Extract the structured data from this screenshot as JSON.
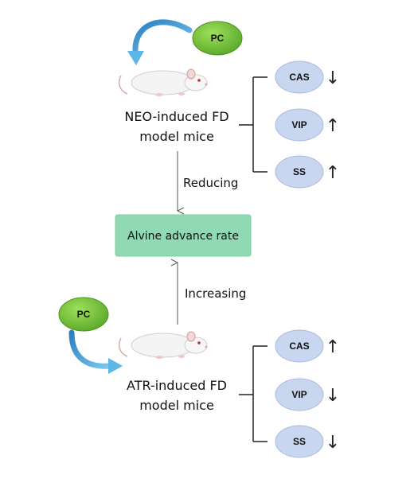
{
  "top": {
    "agent_label": "PC",
    "model_line1": "NEO-induced FD",
    "model_line2": "model mice",
    "effect_label": "Reducing",
    "markers": [
      {
        "label": "CAS",
        "trend": "down"
      },
      {
        "label": "VIP",
        "trend": "up"
      },
      {
        "label": "SS",
        "trend": "up"
      }
    ]
  },
  "center": {
    "outcome_label": "Alvine advance rate"
  },
  "bottom": {
    "agent_label": "PC",
    "model_line1": "ATR-induced FD",
    "model_line2": "model mice",
    "effect_label": "Increasing",
    "markers": [
      {
        "label": "CAS",
        "trend": "up"
      },
      {
        "label": "VIP",
        "trend": "down"
      },
      {
        "label": "SS",
        "trend": "down"
      }
    ]
  },
  "glyphs": {
    "up": "↑",
    "down": "↓"
  },
  "colors": {
    "pc_green": "#6fbf3a",
    "marker_blue": "#c9d6ef",
    "outcome_green": "#8fd9b3",
    "curve_arrow_blue": "#4aa3d8"
  }
}
